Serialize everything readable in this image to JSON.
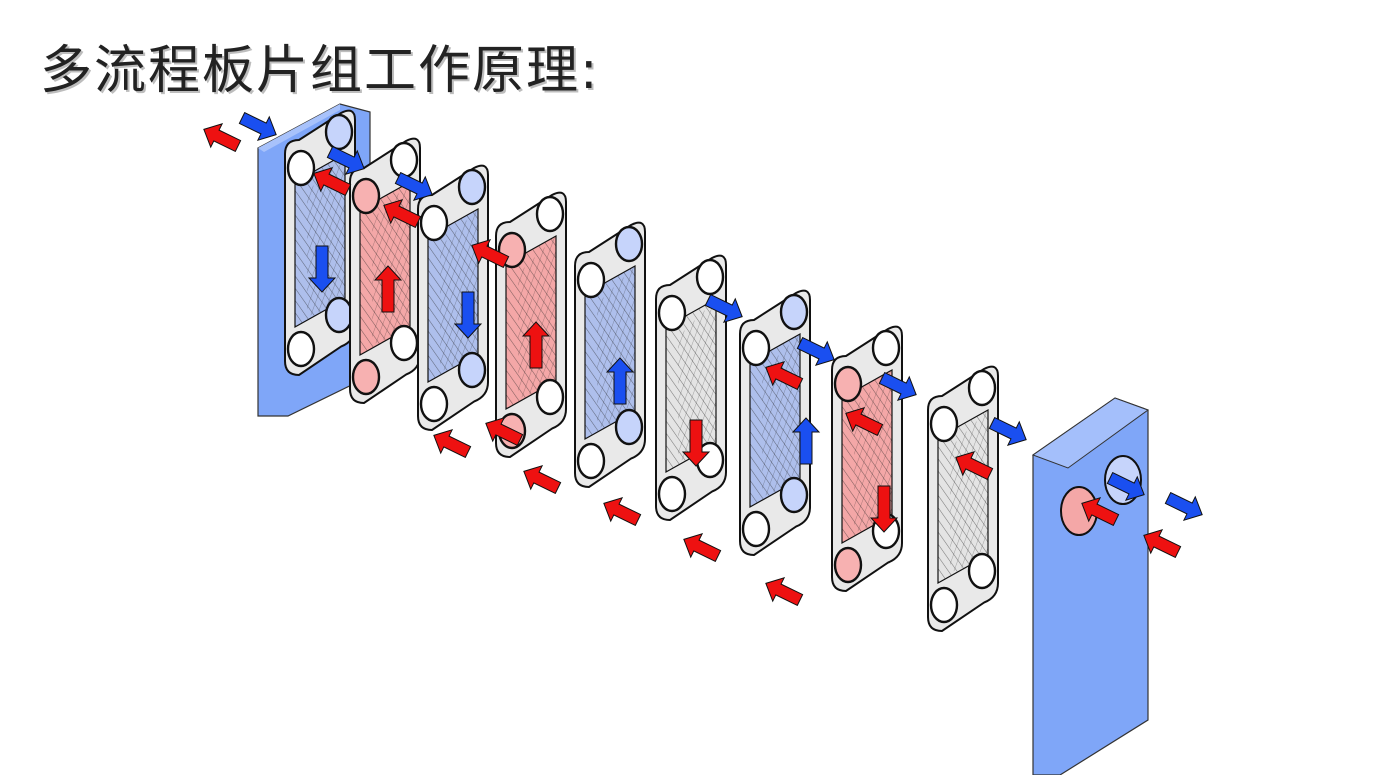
{
  "slide": {
    "title": "多流程板片组工作原理:"
  },
  "diagram": {
    "stack": [
      {
        "kind": "frame-plate"
      },
      {
        "kind": "channel-plate",
        "medium": "cold",
        "pattern": "herringbone",
        "flow": "down"
      },
      {
        "kind": "channel-plate",
        "medium": "hot",
        "pattern": "herringbone",
        "flow": "up"
      },
      {
        "kind": "channel-plate",
        "medium": "cold",
        "pattern": "herringbone",
        "flow": "down"
      },
      {
        "kind": "channel-plate",
        "medium": "hot",
        "pattern": "herringbone",
        "flow": "up"
      },
      {
        "kind": "channel-plate",
        "medium": "cold",
        "pattern": "herringbone",
        "flow": "up"
      },
      {
        "kind": "channel-plate",
        "medium": "neutral",
        "pattern": "herringbone",
        "flow": "down"
      },
      {
        "kind": "channel-plate",
        "medium": "cold",
        "pattern": "herringbone",
        "flow": "up"
      },
      {
        "kind": "channel-plate",
        "medium": "hot",
        "pattern": "herringbone",
        "flow": "down"
      },
      {
        "kind": "channel-plate",
        "medium": "neutral",
        "pattern": "herringbone",
        "flow": "none"
      },
      {
        "kind": "pressure-plate"
      }
    ],
    "colors": {
      "frame_plate": "#7fa6f8",
      "cold_plate_fill": "#aebfec",
      "hot_plate_fill": "#f4a7a7",
      "neutral_plate_fill": "#e4e4e4",
      "gasket_fill": "#e9e9e9",
      "cold_flow_arrow": "#1a4ff0",
      "hot_flow_arrow": "#ee1111",
      "cold_port": "#c6d4fb",
      "hot_port": "#f7b1b1",
      "outline": "#111111"
    }
  }
}
